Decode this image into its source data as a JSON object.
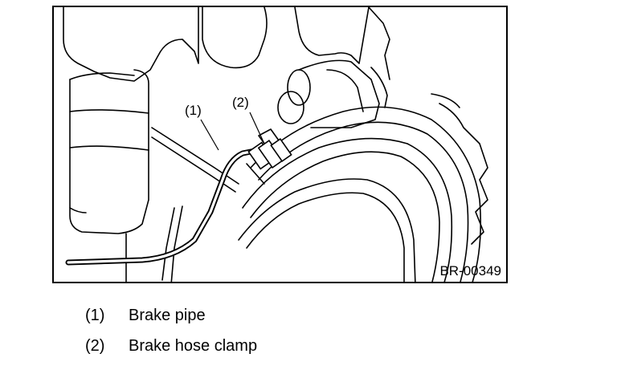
{
  "figure": {
    "callouts": [
      "(1)",
      "(2)"
    ],
    "code": "BR-00349"
  },
  "legend": [
    {
      "num": "(1)",
      "label": "Brake pipe"
    },
    {
      "num": "(2)",
      "label": "Brake hose clamp"
    }
  ]
}
